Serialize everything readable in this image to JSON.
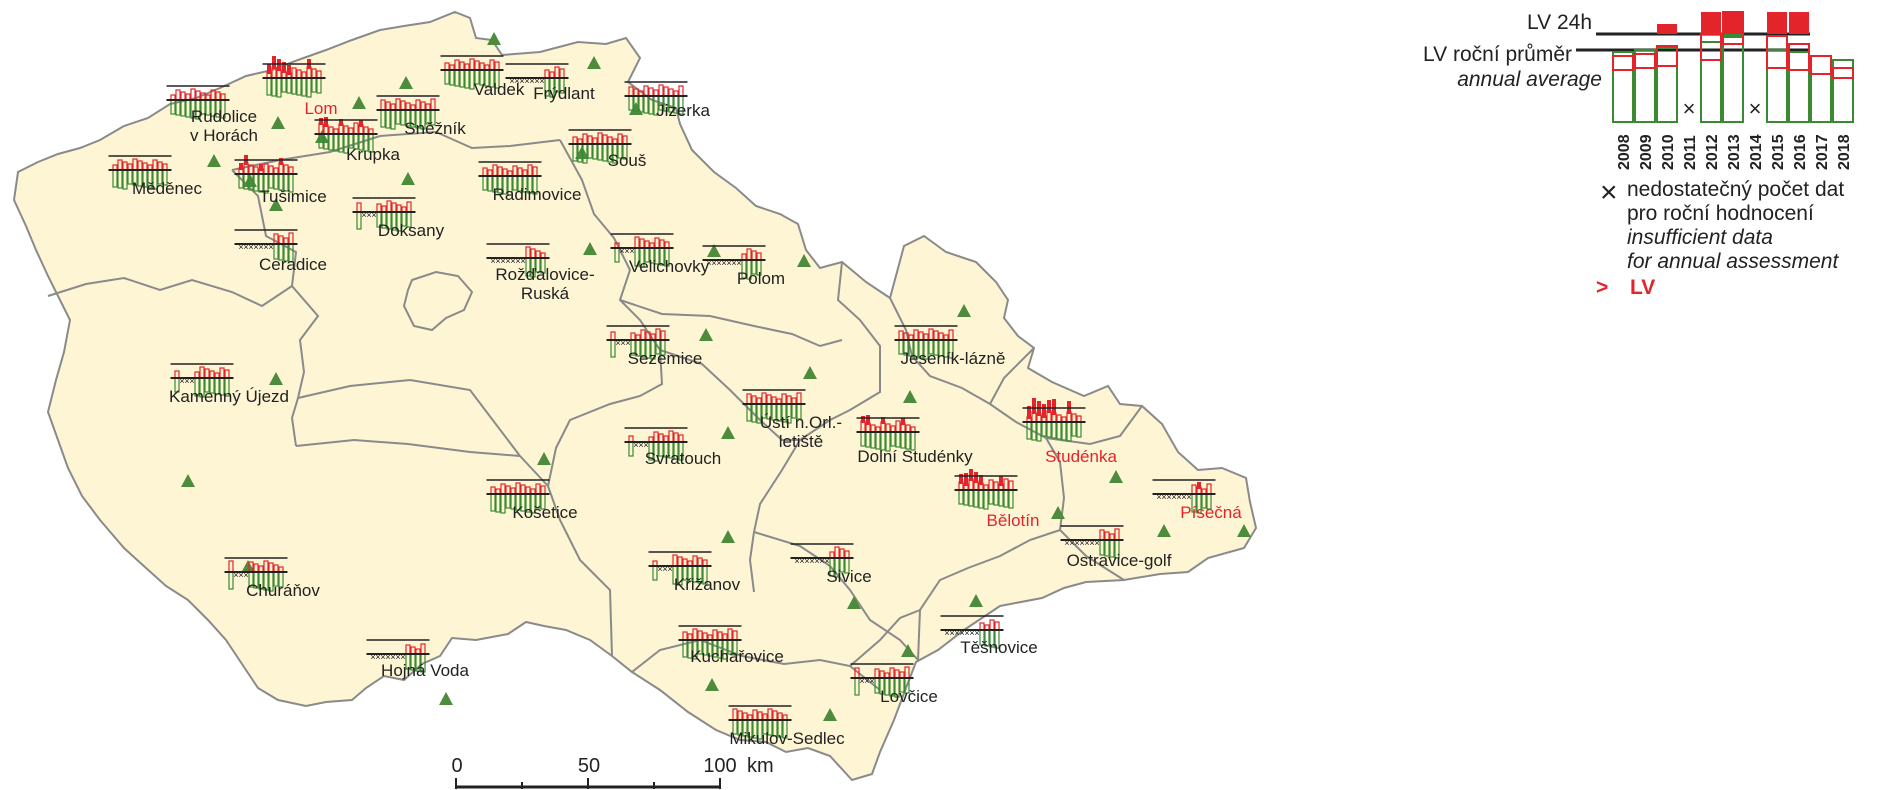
{
  "colors": {
    "land": "#fdf5d4",
    "border": "#8a8a8a",
    "bar_green": "#3a8a34",
    "bar_red": "#e3252b",
    "bar_red_fill": "#f48a8a",
    "lv_line": "#222222",
    "triangle": "#4c8c3c",
    "exceed": "#e3252b"
  },
  "legend": {
    "lv24_label": "LV 24h",
    "annual_label": "LV roční průměr",
    "annual_label_en": "annual average",
    "years": [
      "2008",
      "2009",
      "2010",
      "2011",
      "2012",
      "2013",
      "2014",
      "2015",
      "2016",
      "2017",
      "2018"
    ],
    "missing_mark": "×",
    "missing_cs_1": "nedostatečný počet dat",
    "missing_cs_2": "pro roční hodnocení",
    "missing_en_1": "insufficient data",
    "missing_en_2": "for annual assessment",
    "exceed_symbol": ">",
    "exceed_label": "LV"
  },
  "scale": {
    "ticks": [
      "0",
      "50",
      "100"
    ],
    "unit": "km"
  },
  "stations": [
    {
      "id": "rudolice",
      "name": "Rudolice\nv Horách",
      "exceed": false,
      "pattern": "full",
      "ex": 0
    },
    {
      "id": "lom",
      "name": "Lom",
      "exceed": true,
      "pattern": "full",
      "ex": 2
    },
    {
      "id": "valdek",
      "name": "Valdek",
      "exceed": false,
      "pattern": "full",
      "ex": 0
    },
    {
      "id": "frydlant",
      "name": "Frýdlant",
      "exceed": false,
      "pattern": "late",
      "ex": 0
    },
    {
      "id": "jizerka",
      "name": "Jizerka",
      "exceed": false,
      "pattern": "full",
      "ex": 0
    },
    {
      "id": "snieznik",
      "name": "Sněžník",
      "exceed": false,
      "pattern": "full",
      "ex": 0
    },
    {
      "id": "krupka",
      "name": "Krupka",
      "exceed": false,
      "pattern": "full",
      "ex": 1
    },
    {
      "id": "medenec",
      "name": "Měděnec",
      "exceed": false,
      "pattern": "full",
      "ex": 0
    },
    {
      "id": "tusimice",
      "name": "Tušimice",
      "exceed": false,
      "pattern": "full",
      "ex": 1
    },
    {
      "id": "sous",
      "name": "Souš",
      "exceed": false,
      "pattern": "full",
      "ex": 0
    },
    {
      "id": "radimovice",
      "name": "Radimovice",
      "exceed": false,
      "pattern": "full",
      "ex": 0
    },
    {
      "id": "doksany",
      "name": "Doksany",
      "exceed": false,
      "pattern": "gap",
      "ex": 0
    },
    {
      "id": "ceradice",
      "name": "Ceradice",
      "exceed": false,
      "pattern": "late",
      "ex": 0
    },
    {
      "id": "rozdalovice",
      "name": "Rožďalovice-\nRuská",
      "exceed": false,
      "pattern": "late",
      "ex": 0
    },
    {
      "id": "velichovky",
      "name": "Velichovky",
      "exceed": false,
      "pattern": "gap",
      "ex": 0
    },
    {
      "id": "polom",
      "name": "Polom",
      "exceed": false,
      "pattern": "late",
      "ex": 0
    },
    {
      "id": "kamenny",
      "name": "Kamenný Újezd",
      "exceed": false,
      "pattern": "gap",
      "ex": 0
    },
    {
      "id": "sezemice",
      "name": "Sezemice",
      "exceed": false,
      "pattern": "gap",
      "ex": 0
    },
    {
      "id": "jesenik",
      "name": "Jeseník-lázně",
      "exceed": false,
      "pattern": "full",
      "ex": 0
    },
    {
      "id": "usti",
      "name": "Ústí n.Orl.-\nletiště",
      "exceed": false,
      "pattern": "full",
      "ex": 0
    },
    {
      "id": "dolni",
      "name": "Dolní Studénky",
      "exceed": false,
      "pattern": "full",
      "ex": 1
    },
    {
      "id": "studenka",
      "name": "Studénka",
      "exceed": true,
      "pattern": "full",
      "ex": 3
    },
    {
      "id": "svratouch",
      "name": "Svratouch",
      "exceed": false,
      "pattern": "gap",
      "ex": 0
    },
    {
      "id": "kosetice",
      "name": "Košetice",
      "exceed": false,
      "pattern": "full",
      "ex": 0
    },
    {
      "id": "belotin",
      "name": "Bělotín",
      "exceed": true,
      "pattern": "full",
      "ex": 2
    },
    {
      "id": "pisecna",
      "name": "Písečná",
      "exceed": true,
      "pattern": "late",
      "ex": 1
    },
    {
      "id": "ostravice",
      "name": "Ostravice-golf",
      "exceed": false,
      "pattern": "late",
      "ex": 0
    },
    {
      "id": "churanov",
      "name": "Churáňov",
      "exceed": false,
      "pattern": "gap",
      "ex": 0
    },
    {
      "id": "krizanov",
      "name": "Křižanov",
      "exceed": false,
      "pattern": "gap",
      "ex": 0
    },
    {
      "id": "sivice",
      "name": "Sivice",
      "exceed": false,
      "pattern": "late",
      "ex": 0
    },
    {
      "id": "tesnovice",
      "name": "Těšnovice",
      "exceed": false,
      "pattern": "late",
      "ex": 0
    },
    {
      "id": "kucharovice",
      "name": "Kuchařovice",
      "exceed": false,
      "pattern": "full",
      "ex": 0
    },
    {
      "id": "hojna",
      "name": "Hojná Voda",
      "exceed": false,
      "pattern": "late",
      "ex": 0
    },
    {
      "id": "lovcice",
      "name": "Lovčice",
      "exceed": false,
      "pattern": "gap",
      "ex": 0
    },
    {
      "id": "mikulov",
      "name": "Mikulov-Sedlec",
      "exceed": false,
      "pattern": "full",
      "ex": 0
    }
  ]
}
